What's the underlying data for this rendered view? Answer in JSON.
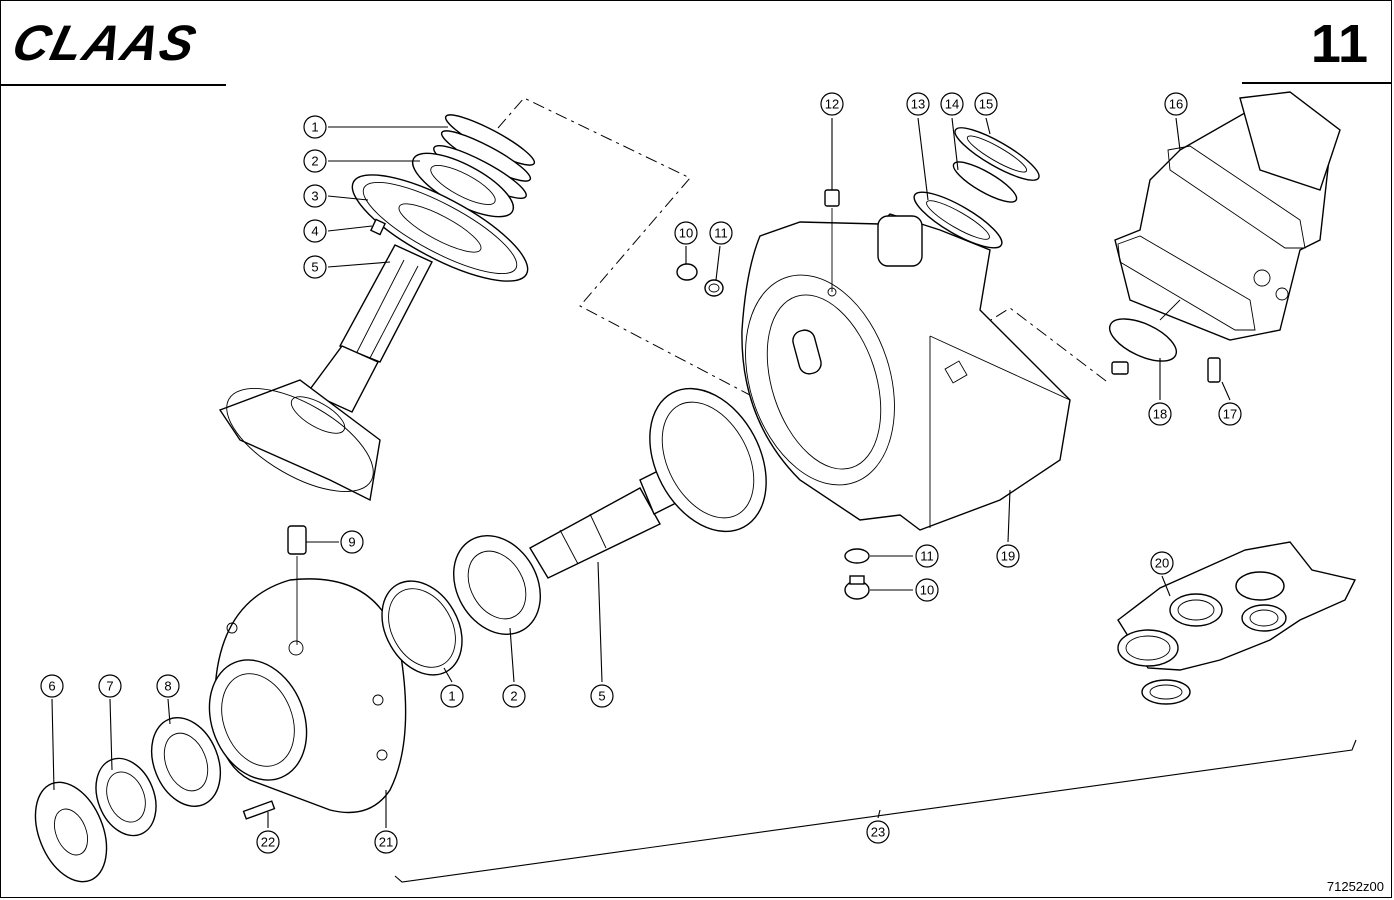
{
  "header": {
    "brand": "CLAAS",
    "page_number": "11"
  },
  "footer": {
    "drawing_id": "71252z00"
  },
  "callouts": [
    {
      "id": "c1a",
      "label": "1"
    },
    {
      "id": "c2a",
      "label": "2"
    },
    {
      "id": "c3",
      "label": "3"
    },
    {
      "id": "c4",
      "label": "4"
    },
    {
      "id": "c5a",
      "label": "5"
    },
    {
      "id": "c6",
      "label": "6"
    },
    {
      "id": "c7",
      "label": "7"
    },
    {
      "id": "c8",
      "label": "8"
    },
    {
      "id": "c9",
      "label": "9"
    },
    {
      "id": "c10a",
      "label": "10"
    },
    {
      "id": "c11a",
      "label": "11"
    },
    {
      "id": "c12",
      "label": "12"
    },
    {
      "id": "c13",
      "label": "13"
    },
    {
      "id": "c14",
      "label": "14"
    },
    {
      "id": "c15",
      "label": "15"
    },
    {
      "id": "c16",
      "label": "16"
    },
    {
      "id": "c17",
      "label": "17"
    },
    {
      "id": "c18",
      "label": "18"
    },
    {
      "id": "c19",
      "label": "19"
    },
    {
      "id": "c20",
      "label": "20"
    },
    {
      "id": "c11b",
      "label": "11"
    },
    {
      "id": "c10b",
      "label": "10"
    },
    {
      "id": "c1b",
      "label": "1"
    },
    {
      "id": "c2b",
      "label": "2"
    },
    {
      "id": "c5b",
      "label": "5"
    },
    {
      "id": "c21",
      "label": "21"
    },
    {
      "id": "c22",
      "label": "22"
    },
    {
      "id": "c23",
      "label": "23"
    }
  ]
}
